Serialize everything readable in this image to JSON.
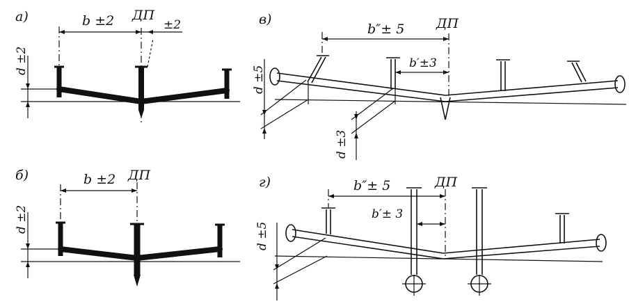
{
  "panels": {
    "a": {
      "letter": "а)",
      "center": "ДП",
      "tol_b": "b ±2",
      "tol_small": "±2",
      "tol_d": "d ±2"
    },
    "b": {
      "letter": "б)",
      "center": "ДП",
      "tol_b": "b ±2",
      "tol_d": "d ±2"
    },
    "v": {
      "letter": "в)",
      "center": "ДП",
      "tol_b2": "b″± 5",
      "tol_b1": "b′±3",
      "tol_d5": "d ±5",
      "tol_d3": "d ±3"
    },
    "g": {
      "letter": "г)",
      "center": "ДП",
      "tol_b2": "b″± 5",
      "tol_b1": "b′± 3",
      "tol_d5": "d ±5"
    }
  },
  "colors": {
    "ink": "#111111",
    "paper": "#ffffff"
  }
}
